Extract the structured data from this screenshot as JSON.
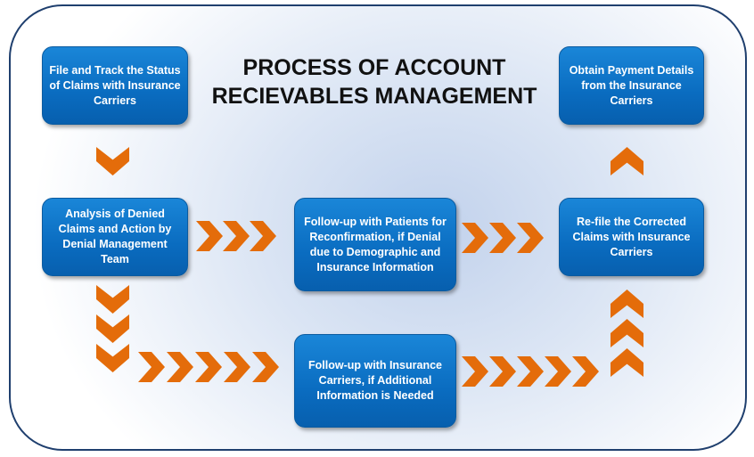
{
  "title": {
    "line1": "PROCESS OF ACCOUNT",
    "line2": "RECIEVABLES MANAGEMENT"
  },
  "steps": {
    "file_track": "File and Track the Status of Claims with Insurance Carriers",
    "analysis": "Analysis of Denied Claims and Action by Denial Management Team",
    "followup_patients": "Follow-up with Patients for Reconfirmation, if Denial due to Demographic and Insurance Information",
    "refile": "Re-file the Corrected Claims with Insurance Carriers",
    "obtain_payment": "Obtain Payment Details from the Insurance Carriers",
    "followup_carriers": "Follow-up  with Insurance Carriers, if Additional Information is Needed"
  },
  "colors": {
    "box": "#0a6cc0",
    "arrow": "#e46c0a",
    "border": "#1f3f6e"
  }
}
